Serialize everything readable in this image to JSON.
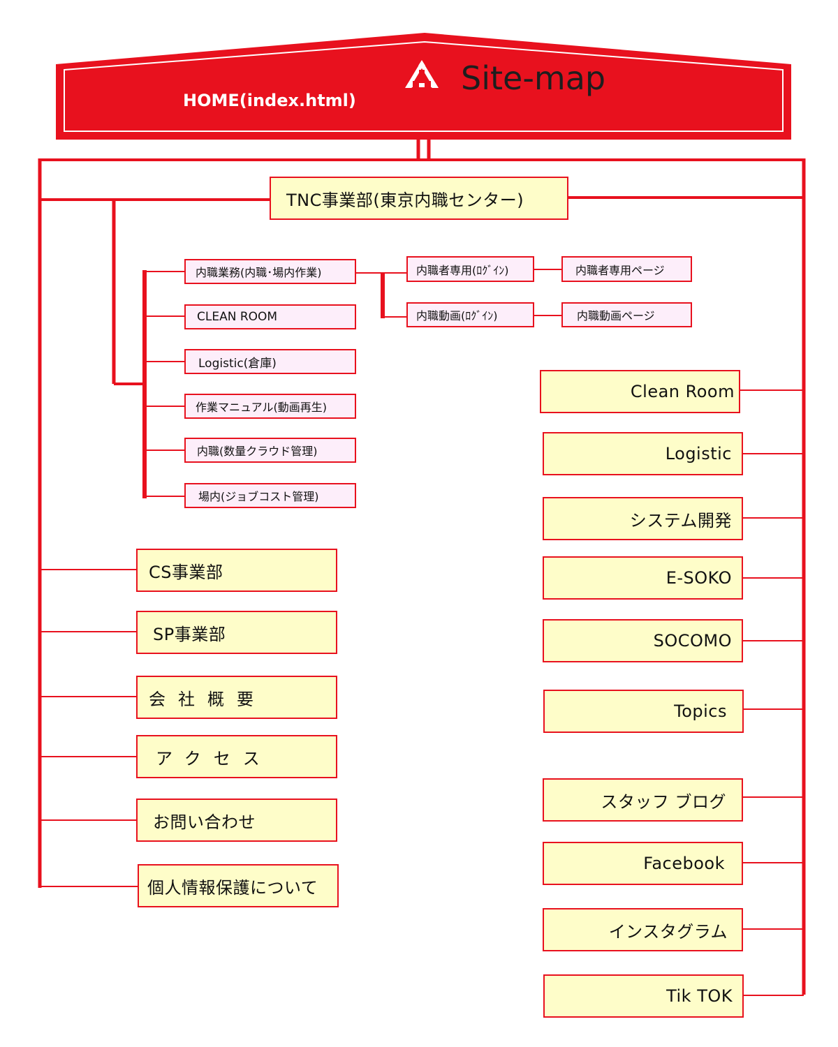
{
  "header": {
    "title": "Site-map",
    "home": "HOME(index.html)",
    "logo_icon": "triangle-arrows-logo-icon"
  },
  "colors": {
    "red": "#e8111e",
    "yellow_box": "#fefdc9",
    "pink_box": "#fdeefa"
  },
  "tnc": {
    "label": "TNC事業部(東京内職センター)",
    "children": [
      "内職業務(内職･場内作業)",
      "CLEAN ROOM",
      "Logistic(倉庫)",
      "作業マニュアル(動画再生)",
      "内職(数量クラウド管理)",
      "場内(ジョブコスト管理)"
    ],
    "login": [
      "内職者専用(ﾛｸﾞｲﾝ)",
      "内職動画(ﾛｸﾞｲﾝ)"
    ],
    "pages": [
      "内職者専用ページ",
      "内職動画ページ"
    ]
  },
  "left_items": [
    "CS事業部",
    "SP事業部",
    "会社概要",
    "アクセス",
    "お問い合わせ",
    "個人情報保護について"
  ],
  "right_items": [
    "Clean Room",
    "Logistic",
    "システム開発",
    "E-SOKO",
    "SOCOMO",
    "Topics",
    "スタッフ ブログ",
    "Facebook",
    "インスタグラム",
    "Tik TOK"
  ]
}
